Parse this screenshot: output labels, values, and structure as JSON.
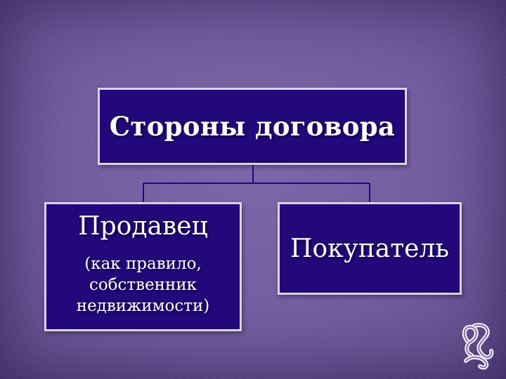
{
  "diagram": {
    "root": {
      "label": "Стороны договора"
    },
    "children": [
      {
        "title": "Продавец",
        "note_lines": [
          "(как правило,",
          "собственник",
          "недвижимости)"
        ]
      },
      {
        "title": "Покупатель"
      }
    ]
  },
  "colors": {
    "background": "#735b9f",
    "box_fill": "#22087a",
    "box_border": "#d9d4e6",
    "connector": "#22087a",
    "text": "#ffffff"
  },
  "icons": {
    "ornament": "flourish-icon"
  }
}
